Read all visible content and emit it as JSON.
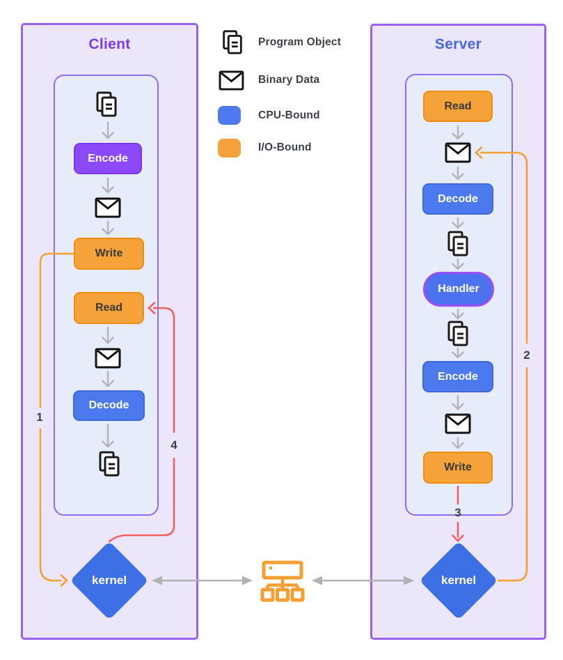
{
  "client": {
    "title": "Client",
    "nodes": {
      "encode": "Encode",
      "write": "Write",
      "read": "Read",
      "decode": "Decode",
      "kernel": "kernel"
    },
    "steps": {
      "write_to_kernel": "1",
      "kernel_to_read": "4"
    }
  },
  "server": {
    "title": "Server",
    "nodes": {
      "read": "Read",
      "decode": "Decode",
      "handler": "Handler",
      "encode": "Encode",
      "write": "Write",
      "kernel": "kernel"
    },
    "steps": {
      "kernel_to_binary": "2",
      "write_to_kernel": "3"
    }
  },
  "legend": {
    "program_object": "Program Object",
    "binary_data": "Binary Data",
    "cpu_bound": "CPU-Bound",
    "io_bound": "I/O-Bound"
  },
  "colors": {
    "cpu_bound_blue": "#4c79ee",
    "io_bound_orange": "#f6a23b",
    "encode_purple": "#8c49f7",
    "handler_border_purple": "#9b4ff7",
    "kernel_blue": "#3e70e5",
    "client_title_purple": "#7c3aed",
    "server_title_blue": "#4566e8",
    "panel_border_purple": "#9d60f4",
    "panel_bg": "#ece6fa",
    "inner_panel_bg": "#e7ecfa",
    "arrow_red": "#f25f5f",
    "arrow_orange": "#f79e33",
    "arrow_gray": "#b4b4b8"
  }
}
